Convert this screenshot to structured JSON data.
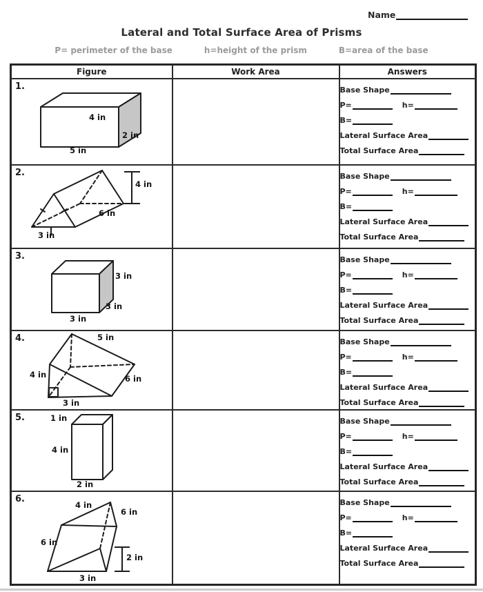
{
  "page": {
    "name_label": "Name",
    "title": "Lateral and Total Surface Area of Prisms",
    "legend": {
      "p": "P= perimeter of the base",
      "h": "h=height of the prism",
      "b": "B=area of the base"
    },
    "colors": {
      "ink": "#1c1c1c",
      "face_shade": "#c6c6c6",
      "legend_gray": "#9b9b9b"
    }
  },
  "table": {
    "headers": {
      "figure": "Figure",
      "work": "Work Area",
      "answers": "Answers"
    },
    "answer_labels": {
      "base_shape": "Base Shape",
      "p": "P=",
      "h": "h=",
      "b": "B=",
      "lateral": "Lateral Surface Area",
      "total": "Total Surface Area"
    },
    "rows": [
      {
        "number": "1.",
        "shape": "rectangular-prism",
        "labels": {
          "height": "4 in",
          "depth": "2 in",
          "width": "5 in"
        }
      },
      {
        "number": "2.",
        "shape": "triangular-prism",
        "labels": {
          "prism_height": "4 in",
          "length": "6 in",
          "base": "3 in"
        }
      },
      {
        "number": "3.",
        "shape": "cube",
        "labels": {
          "height": "3 in",
          "depth": "3 in",
          "width": "3 in"
        }
      },
      {
        "number": "4.",
        "shape": "right-triangular-prism",
        "labels": {
          "hypotenuse": "5 in",
          "leg_height": "4 in",
          "length": "6 in",
          "base": "3 in"
        }
      },
      {
        "number": "5.",
        "shape": "tall-rectangular-prism",
        "labels": {
          "depth": "1 in",
          "height": "4 in",
          "width": "2 in"
        }
      },
      {
        "number": "6.",
        "shape": "oblique-triangular-prism",
        "labels": {
          "top_edge": "4 in",
          "top_right_edge": "6 in",
          "left_edge": "6 in",
          "height": "2 in",
          "base": "3 in"
        }
      }
    ]
  }
}
